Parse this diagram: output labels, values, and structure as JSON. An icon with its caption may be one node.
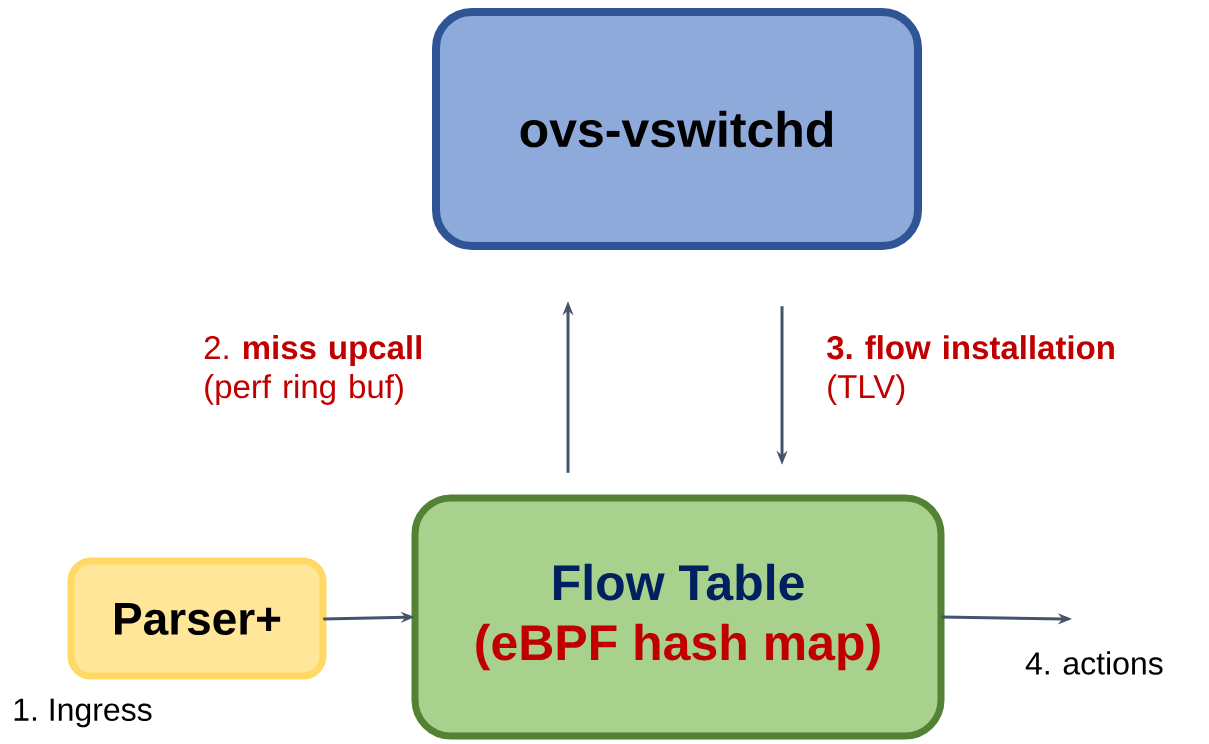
{
  "diagram": {
    "nodes": [
      {
        "text": [
          "ovs-vswitchd"
        ]
      },
      {
        "text": [
          "Flow Table",
          "(eBPF hash map)"
        ]
      },
      {
        "text": [
          "Parser+"
        ],
        "beside": [
          "1. Ingress"
        ]
      }
    ],
    "edges": [
      {
        "from": 2,
        "to": 1,
        "arrow": "to"
      },
      {
        "from": 1,
        "to": 0,
        "arrow": "to",
        "label": "2. **miss upcall** (perf ring buf)"
      },
      {
        "from": 0,
        "to": 1,
        "arrow": "to",
        "label": "**3. flow installation** (TLV)"
      },
      {
        "from": 1,
        "to": null,
        "arrow": "to",
        "label": "4. actions"
      }
    ]
  }
}
